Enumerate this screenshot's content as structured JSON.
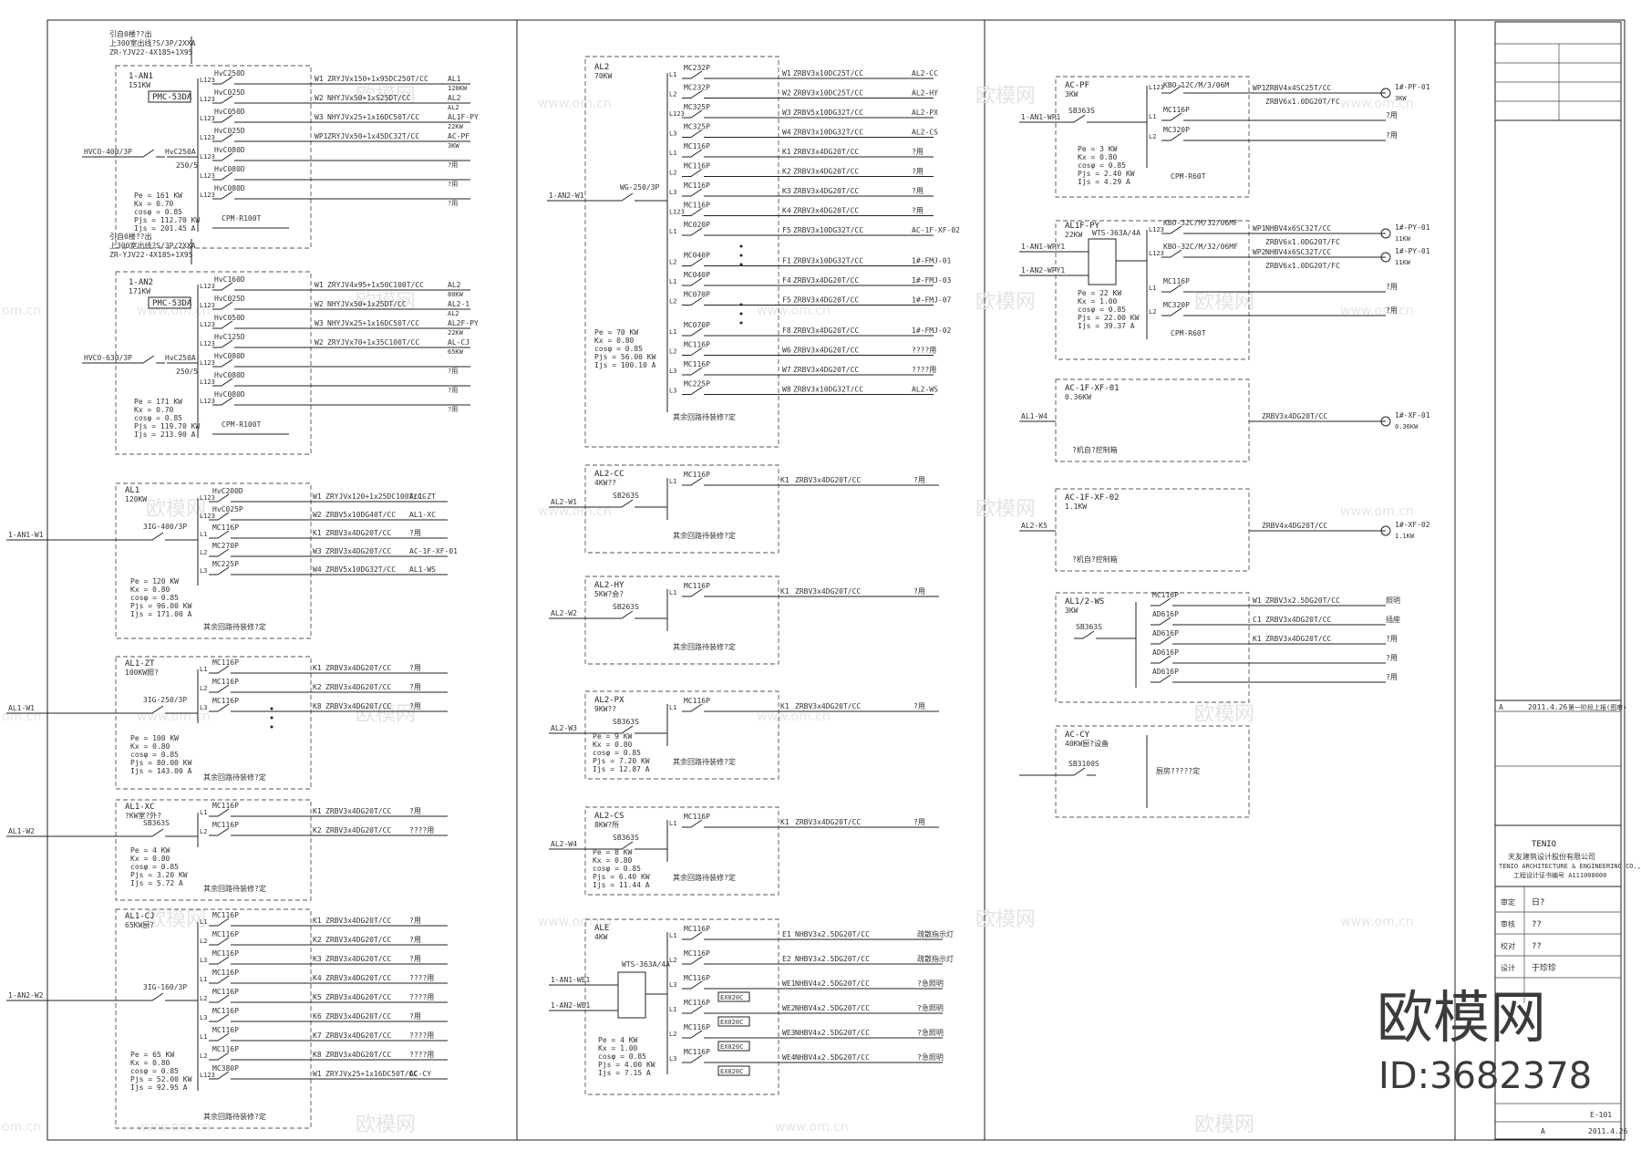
{
  "watermarks": {
    "logo": "欧模网",
    "url": "www.om.cn",
    "edge_url": "om.cn"
  },
  "brand": {
    "name": "欧模网",
    "id": "ID:3682378"
  },
  "title_block": {
    "company_logo": "TENIO",
    "company_name": "天友建筑设计股份有限公司",
    "company_sub": "TENIO ARCHITECTURE & ENGINEERING CO.,LTD.",
    "company_cert": "工程设计证书编号 A111000000",
    "rev_mark": "A",
    "rev_date": "2011.4.26",
    "rev_text": "第一阶段上报(图审)",
    "drawing_no": "E-101",
    "sheet_date": "2011.4.26",
    "sign_rows": [
      "审定",
      "审核",
      "校对",
      "设计"
    ],
    "sign_names": [
      "日?",
      "??",
      "??",
      "于珍珍"
    ]
  },
  "col1": {
    "feed1": {
      "top": "引自0楼??出",
      "mid": "上300室出线?S/3P/2XXA",
      "cable": "ZR-YJV22-4X185+1X95"
    },
    "feed2": {
      "top": "引自0楼??出",
      "mid": "上300室出线?S/3P/2XXA",
      "cable": "ZR-YJV22-4X185+1X95"
    },
    "panels": [
      {
        "name": "1-AN1",
        "kw": "151KW",
        "meter": "PMC-53DA",
        "main": "HVCO-400/3P",
        "brk": "HvC250A",
        "ct": "250/5",
        "rows": [
          [
            "L123",
            "HvC250D",
            "W1",
            "ZRYJVx150+1x95DC250T/CC",
            "AL1",
            "120KW"
          ],
          [
            "L123",
            "HvC025D",
            "W2",
            "NHYJVx50+1xS25DT/CC",
            "AL2",
            "AL2"
          ],
          [
            "L123",
            "HvC050D",
            "W3",
            "NHYJVx25+1x16DC50T/CC",
            "AL1F-PY",
            "22KW"
          ],
          [
            "L123",
            "HvC025D",
            "WP1",
            "ZRYJVx50+1x45DC32T/CC",
            "AC-PF",
            "3KW"
          ],
          [
            "L123",
            "HvC080D",
            "",
            "",
            "",
            "?用"
          ],
          [
            "L123",
            "HvC080D",
            "",
            "",
            "",
            "?用"
          ],
          [
            "L123",
            "HvC080D",
            "",
            "",
            "",
            "?用"
          ]
        ],
        "calc": [
          "Pe = 161 KW",
          "Kx = 0.70",
          "cosφ = 0.85",
          "Pjs = 112.70 KW",
          "Ijs = 201.45 A"
        ],
        "spd": "CPM-R100T"
      },
      {
        "name": "1-AN2",
        "kw": "171KW",
        "meter": "PMC-53DA",
        "main": "HVCO-630/3P",
        "brk": "HvC250A",
        "ct": "250/5",
        "rows": [
          [
            "L123",
            "HvC160D",
            "W1",
            "ZRYJV4x95+1x50C100T/CC",
            "AL2",
            "80KW"
          ],
          [
            "L123",
            "HvC025D",
            "W2",
            "NHYJVx50+1x25DT/CC",
            "AL2-1",
            "AL2"
          ],
          [
            "L123",
            "HvC050D",
            "W3",
            "NHYJVx25+1x16DC50T/CC",
            "AL2F-PY",
            "22KW"
          ],
          [
            "L123",
            "HvC125D",
            "W2",
            "ZRYJVx70+1x35C100T/CC",
            "AL-CJ",
            "65KW"
          ],
          [
            "L123",
            "HvC080D",
            "",
            "",
            "",
            "?用"
          ],
          [
            "L123",
            "HvC080D",
            "",
            "",
            "",
            "?用"
          ],
          [
            "L123",
            "HvC080D",
            "",
            "",
            "",
            "?用"
          ]
        ],
        "calc": [
          "Pe = 171 KW",
          "Kx = 0.70",
          "cosφ = 0.85",
          "Pjs = 119.70 KW",
          "Ijs = 213.90 A"
        ],
        "spd": "CPM-R100T"
      }
    ],
    "subs": [
      {
        "name": "AL1",
        "kw": "120KW",
        "in": "1-AN1-W1",
        "main": "3IG-400/3P",
        "rows": [
          [
            "L123",
            "HvC200D",
            "W1",
            "ZRYJVx120+1x25DC100T/CC",
            "AL1-ZT"
          ],
          [
            "L123",
            "HvC025P",
            "W2",
            "ZRBV5x10DG40T/CC",
            "AL1-XC"
          ],
          [
            "L1",
            "MC116P",
            "K1",
            "ZRBV3x4DG20T/CC",
            "?用"
          ],
          [
            "L2",
            "MC270P",
            "W3",
            "ZRBV3x4DG20T/CC",
            "AC-1F-XF-01"
          ],
          [
            "L3",
            "MC225P",
            "W4",
            "ZRBV5x10DG32T/CC",
            "AL1-WS"
          ]
        ],
        "calc": [
          "Pe = 120 KW",
          "Kx = 0.80",
          "cosφ = 0.85",
          "Pjs = 96.00 KW",
          "Ijs = 171.00 A"
        ],
        "note": "其余回路待装修?定"
      },
      {
        "name": "AL1-ZT",
        "kw": "100KW照?",
        "in": "AL1-W1",
        "main": "3IG-250/3P",
        "rows": [
          [
            "L1",
            "MC116P",
            "K1",
            "ZRBV3x4DG20T/CC",
            "?用"
          ],
          [
            "L2",
            "MC116P",
            "K2",
            "ZRBV3x4DG20T/CC",
            "?用"
          ],
          [
            "L3",
            "MC116P",
            "K8",
            "ZRBV3x4DG20T/CC",
            "?用"
          ]
        ],
        "calc": [
          "Pe = 100 KW",
          "Kx = 0.80",
          "cosφ = 0.85",
          "Pjs = 80.00 KW",
          "Ijs = 143.00 A"
        ],
        "note": "其余回路待装修?定"
      },
      {
        "name": "AL1-XC",
        "kw": "?KW室?外?",
        "in": "AL1-W2",
        "main": "SB363S",
        "rows": [
          [
            "L1",
            "MC116P",
            "K1",
            "ZRBV3x4DG20T/CC",
            "?用"
          ],
          [
            "L2",
            "MC116P",
            "K2",
            "ZRBV3x4DG20T/CC",
            "????用"
          ]
        ],
        "calc": [
          "Pe = 4 KW",
          "Kx = 0.80",
          "cosφ = 0.85",
          "Pjs = 3.20 KW",
          "Ijs = 5.72 A"
        ],
        "note": "其余回路待装修?定"
      },
      {
        "name": "AL1-CJ",
        "kw": "65KW厨?",
        "in": "1-AN2-W2",
        "main": "3IG-160/3P",
        "rows": [
          [
            "L1",
            "MC116P",
            "K1",
            "ZRBV3x4DG20T/CC",
            "?用"
          ],
          [
            "L2",
            "MC116P",
            "K2",
            "ZRBV3x4DG20T/CC",
            "?用"
          ],
          [
            "L3",
            "MC116P",
            "K3",
            "ZRBV3x4DG20T/CC",
            "?用"
          ],
          [
            "L1",
            "MC116P",
            "K4",
            "ZRBV3x4DG20T/CC",
            "????用"
          ],
          [
            "L2",
            "MC116P",
            "K5",
            "ZRBV3x4DG20T/CC",
            "????用"
          ],
          [
            "L3",
            "MC116P",
            "K6",
            "ZRBV3x4DG20T/CC",
            "?用"
          ],
          [
            "L1",
            "MC116P",
            "K7",
            "ZRBV3x4DG20T/CC",
            "????用"
          ],
          [
            "L2",
            "MC116P",
            "K8",
            "ZRBV3x4DG20T/CC",
            "????用"
          ],
          [
            "L123",
            "MC380P",
            "W1",
            "ZRYJVx25+1x16DC50T/CC",
            "AC-CY"
          ]
        ],
        "calc": [
          "Pe = 65 KW",
          "Kx = 0.80",
          "cosφ = 0.85",
          "Pjs = 52.00 KW",
          "Ijs = 92.95 A"
        ],
        "note": "其余回路待装修?定"
      }
    ]
  },
  "col2": {
    "al2": {
      "name": "AL2",
      "kw": "70KW",
      "in": "1-AN2-W1",
      "main": "WG-250/3P",
      "rows": [
        [
          "L1",
          "MC232P",
          "W1",
          "ZRBV3x10DC25T/CC",
          "AL2-CC"
        ],
        [
          "L2",
          "MC232P",
          "W2",
          "ZRBV3x10DC25T/CC",
          "AL2-HY"
        ],
        [
          "L123",
          "MC325P",
          "W3",
          "ZRBV5x10DG32T/CC",
          "AL2-PX"
        ],
        [
          "L3",
          "MC325P",
          "W4",
          "ZRBV3x10DG32T/CC",
          "AL2-CS"
        ],
        [
          "L1",
          "MC116P",
          "K1",
          "ZRBV3x4DG20T/CC",
          "?用"
        ],
        [
          "L2",
          "MC116P",
          "K2",
          "ZRBV3x4DG20T/CC",
          "?用"
        ],
        [
          "L3",
          "MC116P",
          "K3",
          "ZRBV3x4DG20T/CC",
          "?用"
        ],
        [
          "L123",
          "MC116P",
          "K4",
          "ZRBV3x4DG20T/CC",
          "?用"
        ],
        [
          "L1",
          "MC020P",
          "F5",
          "ZRBV3x10DG32T/CC",
          "AC-1F-XF-02"
        ],
        [
          "L2",
          "MC040P",
          "F1",
          "ZRBV3x10DG32T/CC",
          "1#-FMJ-01"
        ],
        [
          "L1",
          "MC040P",
          "F4",
          "ZRBV3x4DG20T/CC",
          "1#-FMJ-03"
        ],
        [
          "L2",
          "MC070P",
          "F5",
          "ZRBV3x4DG20T/CC",
          "1#-FMJ-07"
        ],
        [
          "L1",
          "MC070P",
          "F8",
          "ZRBV3x4DG20T/CC",
          "1#-FMJ-02"
        ],
        [
          "L2",
          "MC116P",
          "W6",
          "ZRBV3x4DG20T/CC",
          "????用"
        ],
        [
          "L3",
          "MC116P",
          "W7",
          "ZRBV3x4DG20T/CC",
          "????用"
        ],
        [
          "L3",
          "MC225P",
          "W8",
          "ZRBV3x10DG32T/CC",
          "AL2-WS"
        ]
      ],
      "calc": [
        "Pe = 70 KW",
        "Kx = 0.80",
        "cosφ = 0.85",
        "Pjs = 56.00 KW",
        "Ijs = 100.10 A"
      ],
      "note": "其余回路待装修?定"
    },
    "subs": [
      {
        "name": "AL2-CC",
        "kw": "4KW??",
        "in": "AL2-W1",
        "main": "SB263S",
        "rows": [
          [
            "L1",
            "MC116P",
            "K1",
            "ZRBV3x4DG20T/CC",
            "?用"
          ]
        ],
        "calc": [],
        "note": "其余回路待装修?定"
      },
      {
        "name": "AL2-HY",
        "kw": "5KW?会?",
        "in": "AL2-W2",
        "main": "SB263S",
        "rows": [
          [
            "L1",
            "MC116P",
            "K1",
            "ZRBV3x4DG20T/CC",
            "?用"
          ]
        ],
        "calc": [],
        "note": "其余回路待装修?定"
      },
      {
        "name": "AL2-PX",
        "kw": "9KW??",
        "in": "AL2-W3",
        "main": "SB363S",
        "rows": [
          [
            "L1",
            "MC116P",
            "K1",
            "ZRBV3x4DG20T/CC",
            "?用"
          ]
        ],
        "calc": [
          "Pe = 9 KW",
          "Kx = 0.80",
          "cosφ = 0.85",
          "Pjs = 7.20 KW",
          "Ijs = 12.87 A"
        ],
        "note": "其余回路待装修?定"
      },
      {
        "name": "AL2-CS",
        "kw": "8KW?所",
        "in": "AL2-W4",
        "main": "SB363S",
        "rows": [
          [
            "L1",
            "MC116P",
            "K1",
            "ZRBV3x4DG20T/CC",
            "?用"
          ]
        ],
        "calc": [
          "Pe = 8 KW",
          "Kx = 0.80",
          "cosφ = 0.85",
          "Pjs = 6.40 KW",
          "Ijs = 11.44 A"
        ],
        "note": "其余回路待装修?定"
      }
    ],
    "ale": {
      "name": "ALE",
      "kw": "4KW",
      "in1": "1-AN1-WE1",
      "in2": "1-AN2-WE1",
      "ats": "WTS-363A/4A",
      "rows": [
        [
          "L1",
          "MC116P",
          "E1",
          "NHBV3x2.5DG20T/CC",
          "疏散指示灯"
        ],
        [
          "L2",
          "MC116P",
          "E2",
          "NHBV3x2.5DG20T/CC",
          "疏散指示灯"
        ],
        [
          "L3",
          "MC116P",
          "WE1",
          "NHBV4x2.5DG20T/CC",
          "?急照明"
        ],
        [
          "L1",
          "MC116P",
          "WE2",
          "NHBV4x2.5DG20T/CC",
          "?急照明"
        ],
        [
          "L2",
          "MC116P",
          "WE3",
          "NHBV4x2.5DG20T/CC",
          "?急照明"
        ],
        [
          "L3",
          "MC116P",
          "WE4",
          "NHBV4x2.5DG20T/CC",
          "?急照明"
        ]
      ],
      "eps": "EX020C",
      "calc": [
        "Pe = 4 KW",
        "Kx = 1.00",
        "cosφ = 0.85",
        "Pjs = 4.00 KW",
        "Ijs = 7.15 A"
      ]
    }
  },
  "col3": {
    "pf": {
      "name": "AC-PF",
      "kw": "3KW",
      "in": "1-AN1-WP1",
      "main": "SB363S",
      "row1": [
        "L123",
        "KBO-12C/M/3/06M",
        "WP1",
        "ZRBV4x4SC25T/CC",
        "1#-PF-01",
        "3KW"
      ],
      "row1b": "ZRBV6x1.0DG20T/FC",
      "rows": [
        [
          "L1",
          "MC116P",
          "?用"
        ],
        [
          "L2",
          "MC320P",
          "?用"
        ]
      ],
      "spd": "CPM-R60T",
      "calc": [
        "Pe = 3 KW",
        "Kx = 0.80",
        "cosφ = 0.85",
        "Pjs = 2.40 KW",
        "Ijs = 4.29 A"
      ]
    },
    "py": {
      "name": "AL1F-PY",
      "kw": "22KW",
      "in1": "1-AN1-WPY1",
      "in2": "1-AN2-WPY1",
      "ats": "WTS-363A/4A",
      "rows": [
        [
          "L123",
          "KBO-32C/M/32/06MF",
          "WP1",
          "NHBV4x6SC32T/CC",
          "1#-PY-01",
          "11KW"
        ],
        [
          "L123",
          "KBO-32C/M/32/06MF",
          "WP2",
          "NHBV4x6SC32T/CC",
          "1#-PY-01",
          "11KW"
        ],
        [
          "L1",
          "MC116P",
          "",
          "",
          "?用",
          ""
        ],
        [
          "L2",
          "MC320P",
          "",
          "",
          "?用",
          ""
        ]
      ],
      "ctl": "ZRBV6x1.0DG20T/FC",
      "spd": "CPM-R60T",
      "calc": [
        "Pe = 22 KW",
        "Kx = 1.00",
        "cosφ = 0.85",
        "Pjs = 22.00 KW",
        "Ijs = 39.37 A"
      ]
    },
    "xf1": {
      "name": "AC-1F-XF-01",
      "kw": "0.36KW",
      "in": "AL1-W4",
      "cable": "ZRBV3x4DG20T/CC",
      "dest": "1#-XF-01",
      "dkw": "0.36KW",
      "note": "?机自?控制箱"
    },
    "xf2": {
      "name": "AC-1F-XF-02",
      "kw": "1.1KW",
      "in": "AL2-K5",
      "cable": "ZRBV4x4DG20T/CC",
      "dest": "1#-XF-02",
      "dkw": "1.1KW",
      "note": "?机自?控制箱"
    },
    "ws": {
      "name": "AL1/2-WS",
      "kw": "3KW",
      "main": "SB363S",
      "rows": [
        [
          "MC116P",
          "W1",
          "ZRBV3x2.5DG20T/CC",
          "照明"
        ],
        [
          "AD616P",
          "C1",
          "ZRBV3x4DG20T/CC",
          "插座"
        ],
        [
          "AD616P",
          "K1",
          "ZRBV3x4DG20T/CC",
          "?用"
        ],
        [
          "AD616P",
          "",
          "",
          "?用"
        ],
        [
          "AD616P",
          "",
          "",
          "?用"
        ]
      ]
    },
    "cy": {
      "name": "AC-CY",
      "kw": "40KW厨?设备",
      "main": "SB3100S",
      "note": "厨房?????定"
    }
  }
}
